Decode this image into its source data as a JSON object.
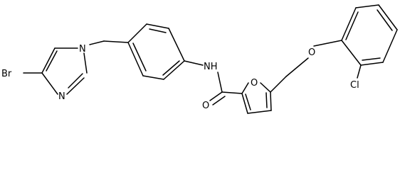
{
  "atoms": {
    "br": "Br",
    "n_ring_1": "N",
    "n_ring_2": "N",
    "nh": "NH",
    "o_carbonyl": "O",
    "o_furan": "O",
    "o_ether": "O",
    "cl": "Cl"
  },
  "colors": {
    "bond": "#000000",
    "label": "#000000",
    "background": "#ffffff"
  }
}
